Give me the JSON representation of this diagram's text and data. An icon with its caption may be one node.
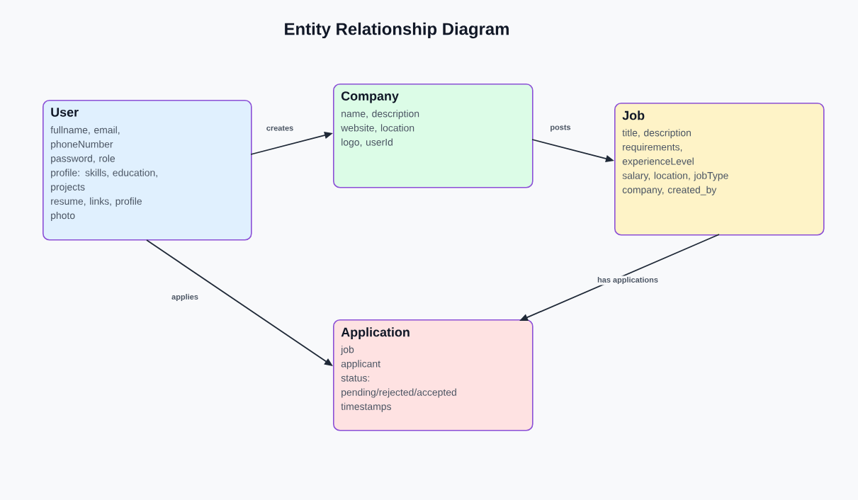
{
  "diagram": {
    "title": "Entity Relationship Diagram",
    "nodes": [
      {
        "text": [
          "User",
          "fullname, email, phoneNumber",
          "password, role",
          "profile: skills, education, projects",
          "resume, links, profile photo"
        ]
      },
      {
        "text": [
          "Company",
          "name, description",
          "website, location",
          "logo, userId"
        ]
      },
      {
        "text": [
          "Job",
          "title, description",
          "requirements, experienceLevel",
          "salary, location, jobType",
          "company, created_by"
        ]
      },
      {
        "text": [
          "Application",
          "job",
          "applicant",
          "status: pending/rejected/accepted",
          "timestamps"
        ]
      }
    ],
    "edges": [
      {
        "from": 0,
        "to": 1,
        "arrow": "to",
        "label": "creates"
      },
      {
        "from": 1,
        "to": 2,
        "arrow": "to",
        "label": "posts"
      },
      {
        "from": 2,
        "to": 3,
        "arrow": "to",
        "label": "has applications"
      },
      {
        "from": 0,
        "to": 3,
        "arrow": "to",
        "label": "applies"
      }
    ]
  }
}
